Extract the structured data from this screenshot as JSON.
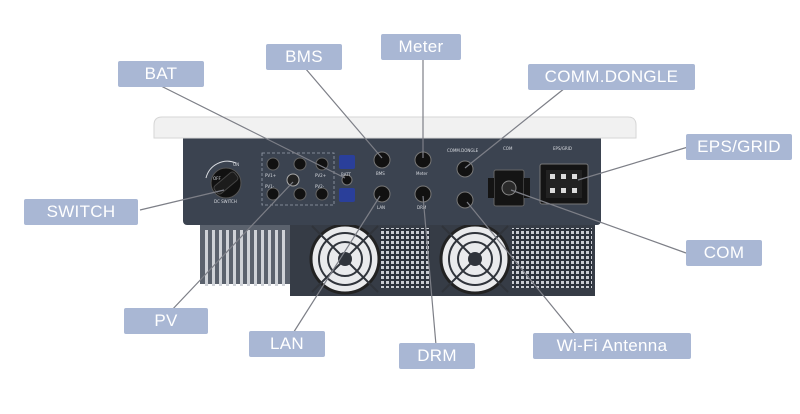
{
  "callouts": {
    "bms": "BMS",
    "meter": "Meter",
    "bat": "BAT",
    "comm_dongle": "COMM.DONGLE",
    "eps_grid": "EPS/GRID",
    "switch": "SWITCH",
    "com": "COM",
    "pv": "PV",
    "lan": "LAN",
    "drm": "DRM",
    "wifi_antenna": "Wi-Fi Antenna"
  },
  "panel_text": {
    "on": "ON",
    "off": "OFF",
    "dc_switch": "DC SWITCH",
    "pv1_plus": "PV1+",
    "pv2_plus": "PV2+",
    "pv1_minus": "PV1-",
    "pv2_minus": "PV2-",
    "batt": "BATT",
    "bms": "BMS",
    "meter": "Meter",
    "lan": "LAN",
    "drm": "DRM",
    "comm_dongle": "COMM.DONGLE",
    "com": "COM",
    "eps_grid": "EPS/GRID"
  },
  "colors": {
    "label_bg": "#a9b7d4",
    "label_text": "#ffffff",
    "body": "#3b4350",
    "cover": "#f1f1f1",
    "connector_blue": "#2a3f9a"
  }
}
